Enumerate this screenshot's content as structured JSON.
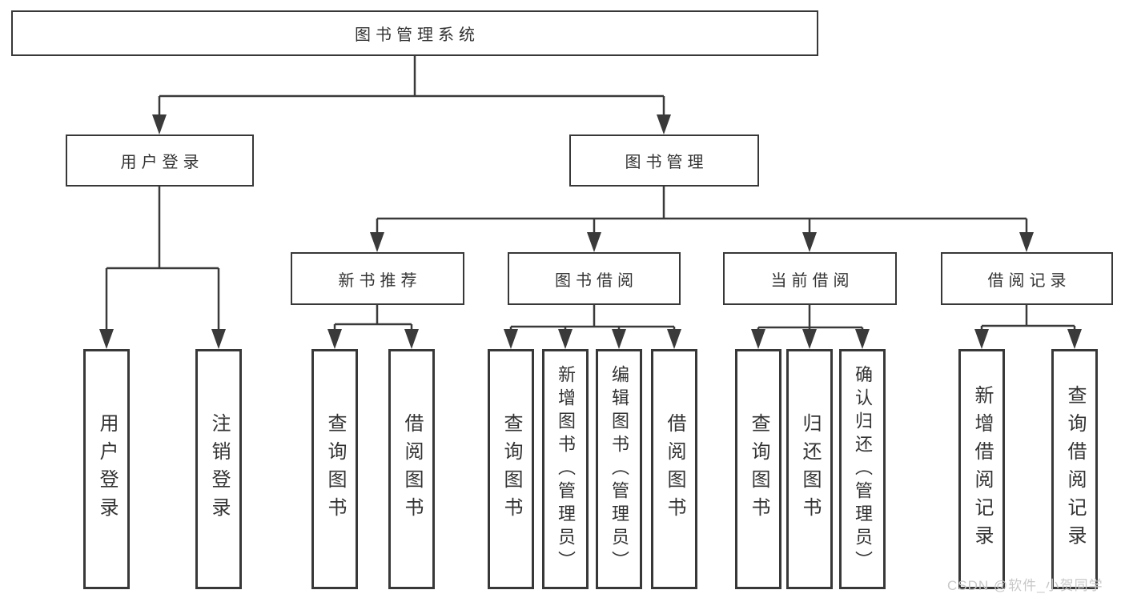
{
  "diagram": {
    "root": {
      "id": "library-management-system",
      "label": "图书管理系统"
    },
    "level2": [
      {
        "id": "user-login",
        "label": "用户登录",
        "parent": "library-management-system"
      },
      {
        "id": "book-management",
        "label": "图书管理",
        "parent": "library-management-system"
      }
    ],
    "level3": [
      {
        "id": "new-book-recommend",
        "label": "新书推荐",
        "parent": "book-management"
      },
      {
        "id": "book-borrowing",
        "label": "图书借阅",
        "parent": "book-management"
      },
      {
        "id": "current-borrowing",
        "label": "当前借阅",
        "parent": "book-management"
      },
      {
        "id": "borrowing-records",
        "label": "借阅记录",
        "parent": "book-management"
      }
    ],
    "leaves": [
      {
        "id": "leaf-user-login",
        "label": "用户登录",
        "parent": "user-login"
      },
      {
        "id": "leaf-logout",
        "label": "注销登录",
        "parent": "user-login"
      },
      {
        "id": "leaf-query-book-recommend",
        "label": "查询图书",
        "parent": "new-book-recommend"
      },
      {
        "id": "leaf-borrow-book-recommend",
        "label": "借阅图书",
        "parent": "new-book-recommend"
      },
      {
        "id": "leaf-query-book-borrowing",
        "label": "查询图书",
        "parent": "book-borrowing"
      },
      {
        "id": "leaf-add-book-admin",
        "label": "新增图书（管理员）",
        "parent": "book-borrowing"
      },
      {
        "id": "leaf-edit-book-admin",
        "label": "编辑图书（管理员）",
        "parent": "book-borrowing"
      },
      {
        "id": "leaf-borrow-book-borrowing",
        "label": "借阅图书",
        "parent": "book-borrowing"
      },
      {
        "id": "leaf-query-book-current",
        "label": "查询图书",
        "parent": "current-borrowing"
      },
      {
        "id": "leaf-return-book",
        "label": "归还图书",
        "parent": "current-borrowing"
      },
      {
        "id": "leaf-confirm-return-admin",
        "label": "确认归还（管理员）",
        "parent": "current-borrowing"
      },
      {
        "id": "leaf-add-borrow-record",
        "label": "新增借阅记录",
        "parent": "borrowing-records"
      },
      {
        "id": "leaf-query-borrow-record",
        "label": "查询借阅记录",
        "parent": "borrowing-records"
      }
    ],
    "colors": {
      "line": "#3a3a3a",
      "box_border": "#383838",
      "text": "#333333",
      "background": "#ffffff",
      "watermark_text": "#c8c8c8"
    }
  },
  "watermark": {
    "label": "CSDN @软件_小贺同学"
  }
}
